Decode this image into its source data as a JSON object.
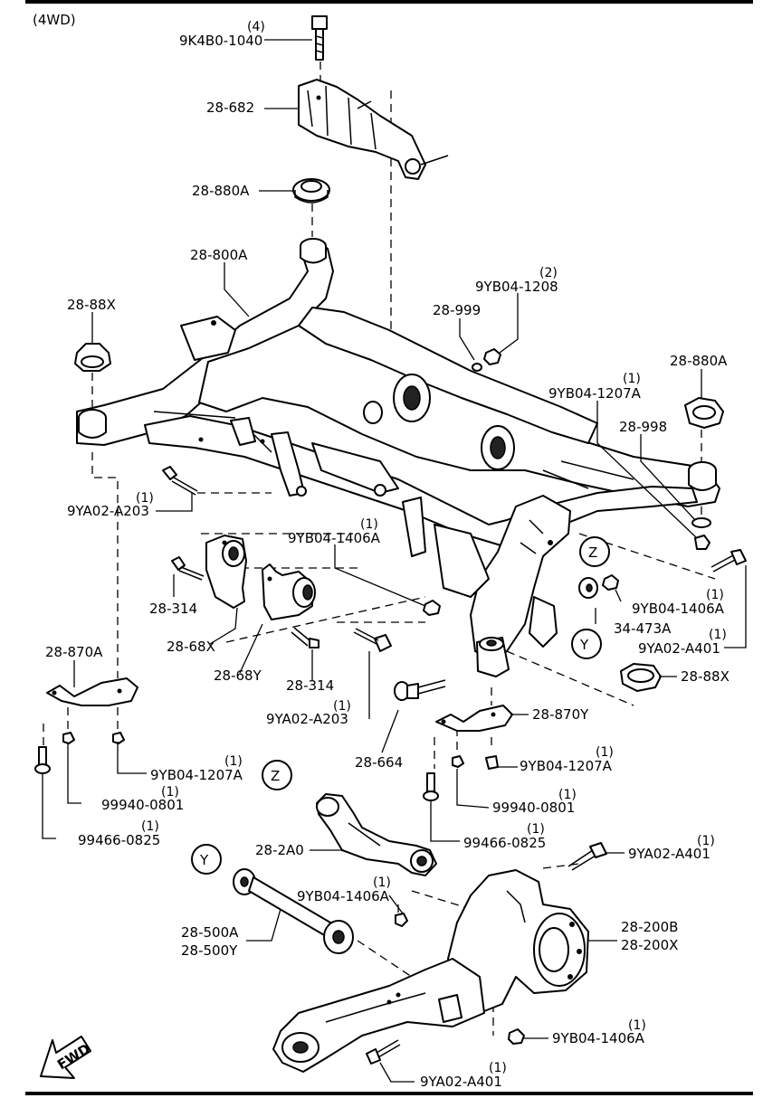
{
  "header": {
    "variant": "(4WD)"
  },
  "labels": {
    "bolt_top_qty": "(4)",
    "bolt_top": "9K4B0-1040",
    "bracket_top": "28-682",
    "mount_top": "28-880A",
    "crossmember": "28-800A",
    "mount_left": "28-88X",
    "washer_999": "28-999",
    "nut_1208_qty": "(2)",
    "nut_1208": "9YB04-1208",
    "mount_right": "28-880A",
    "nut_1207_qty": "(1)",
    "nut_1207": "9YB04-1207A",
    "washer_998": "28-998",
    "bolt_a203_left_qty": "(1)",
    "bolt_a203_left": "9YA02-A203",
    "nut_1406_mid_qty": "(1)",
    "nut_1406_mid": "9YB04-1406A",
    "bolt_314_left": "28-314",
    "bush_68x": "28-68X",
    "bush_68y": "28-68Y",
    "bolt_314_right": "28-314",
    "circle_z": "Z",
    "circle_y": "Y",
    "washer_34473": "34-473A",
    "nut_1406_right_qty": "(1)",
    "nut_1406_right": "9YB04-1406A",
    "bolt_a401_right_qty": "(1)",
    "bolt_a401_right": "9YA02-A401",
    "mount_88x_right": "28-88X",
    "plate_870a": "28-870A",
    "bolt_a203_mid_qty": "(1)",
    "bolt_a203_mid": "9YA02-A203",
    "plate_870y": "28-870Y",
    "bolt_664": "28-664",
    "nut_1207_left_qty": "(1)",
    "nut_1207_left": "9YB04-1207A",
    "nut_1207_rt_qty": "(1)",
    "nut_1207_rt": "9YB04-1207A",
    "nut_0801_left_qty": "(1)",
    "nut_0801_left": "99940-0801",
    "nut_0801_right_qty": "(1)",
    "nut_0801_right": "99940-0801",
    "bolt_0825_left_qty": "(1)",
    "bolt_0825_left": "99466-0825",
    "bolt_0825_right_qty": "(1)",
    "bolt_0825_right": "99466-0825",
    "upper_arm_circle": "Z",
    "upper_arm": "28-2A0",
    "lower_link_circle": "Y",
    "nut_1406_low_qty": "(1)",
    "nut_1406_low": "9YB04-1406A",
    "bolt_a401_low_qty": "(1)",
    "bolt_a401_low": "9YA02-A401",
    "link_500a": "28-500A",
    "link_500y": "28-500Y",
    "knuckle_b": "28-200B",
    "knuckle_x": "28-200X",
    "nut_1406_bottom_qty": "(1)",
    "nut_1406_bottom": "9YB04-1406A",
    "bolt_a401_bottom_qty": "(1)",
    "bolt_a401_bottom": "9YA02-A401",
    "fwd": "FWD"
  }
}
